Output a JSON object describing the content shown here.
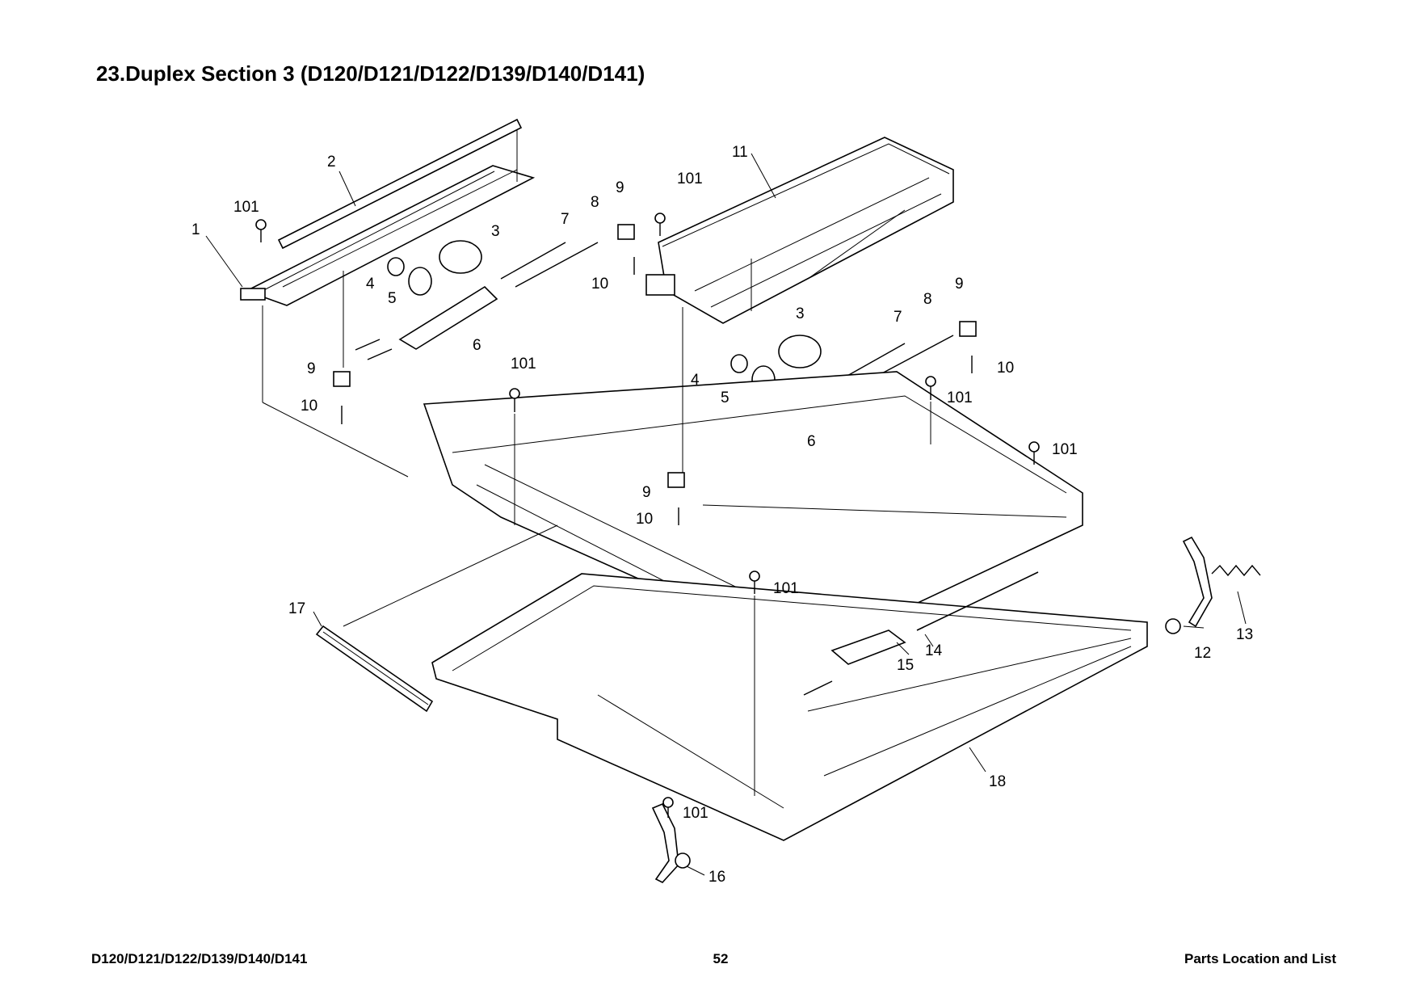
{
  "title": "23.Duplex Section 3 (D120/D121/D122/D139/D140/D141)",
  "footer": {
    "left": "D120/D121/D122/D139/D140/D141",
    "page": "52",
    "right": "Parts Location and List"
  },
  "callouts": {
    "c1": "1",
    "c2": "2",
    "c3a": "3",
    "c3b": "3",
    "c4a": "4",
    "c4b": "4",
    "c5a": "5",
    "c5b": "5",
    "c6a": "6",
    "c6b": "6",
    "c7a": "7",
    "c7b": "7",
    "c8a": "8",
    "c8b": "8",
    "c9a": "9",
    "c9b": "9",
    "c9c": "9",
    "c9d": "9",
    "c10a": "10",
    "c10b": "10",
    "c10c": "10",
    "c10d": "10",
    "c11": "11",
    "c12": "12",
    "c13": "13",
    "c14": "14",
    "c15": "15",
    "c16": "16",
    "c17": "17",
    "c18": "18",
    "c101a": "101",
    "c101b": "101",
    "c101c": "101",
    "c101d": "101",
    "c101e": "101",
    "c101f": "101",
    "c101g": "101"
  }
}
